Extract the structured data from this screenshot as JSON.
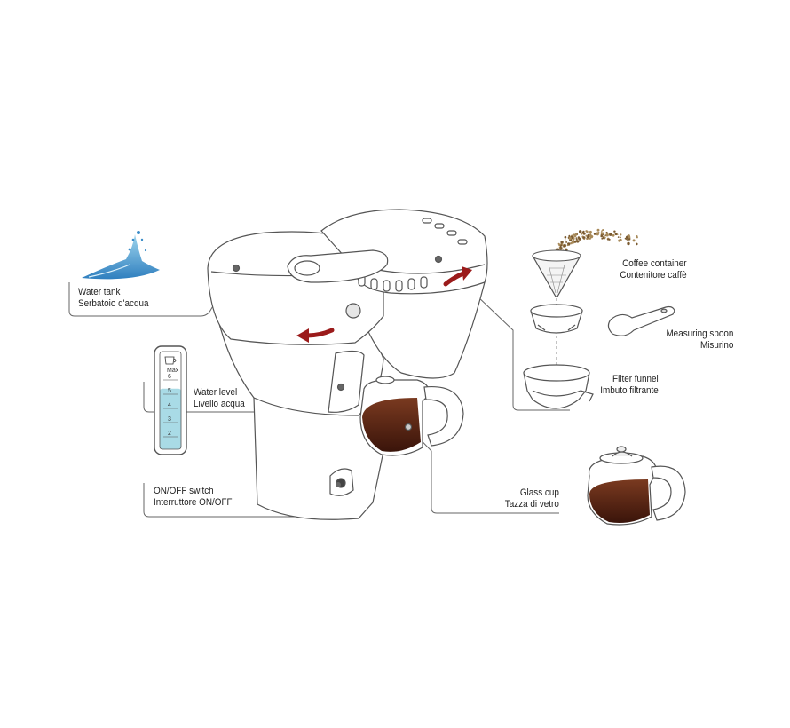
{
  "labels": {
    "water_tank": {
      "line1": "Water tank",
      "line2": "Serbatoio d'acqua"
    },
    "water_level": {
      "line1": "Water level",
      "line2": "Livello acqua"
    },
    "on_off_switch": {
      "line1": "ON/OFF switch",
      "line2": "Interruttore ON/OFF"
    },
    "coffee_container": {
      "line1": "Coffee container",
      "line2": "Contenitore caffè"
    },
    "measuring_spoon": {
      "line1": "Measuring spoon",
      "line2": "Misurino"
    },
    "filter_funnel": {
      "line1": "Filter funnel",
      "line2": "Imbuto filtrante"
    },
    "glass_cup": {
      "line1": "Glass cup",
      "line2": "Tazza di vetro"
    }
  },
  "water_scale": {
    "max_label": "Max",
    "marks": [
      "6",
      "5",
      "4",
      "3",
      "2"
    ],
    "fill_level": 0.62
  },
  "colors": {
    "outline": "#555555",
    "arrow_red": "#9b1b1b",
    "water_blue": "#a9dbe6",
    "coffee_dark": "#4a1d10",
    "leader_line": "#666666"
  }
}
